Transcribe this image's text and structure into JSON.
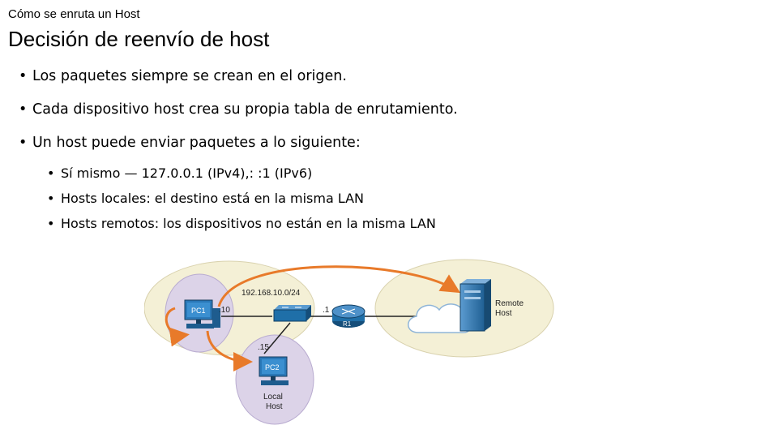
{
  "header": {
    "subtitle": "Cómo se enruta un Host",
    "title": "Decisión de reenvío de host"
  },
  "bullets": [
    "Los paquetes siempre se crean en el origen.",
    "Cada dispositivo host crea su propia tabla de enrutamiento.",
    "Un host puede enviar paquetes a lo siguiente:"
  ],
  "sub_bullets": [
    "Sí mismo — 127.0.0.1 (IPv4),: :1 (IPv6)",
    "Hosts locales: el destino está en la misma LAN",
    "Hosts remotos: los dispositivos no están en la misma LAN"
  ],
  "diagram": {
    "network_label": "192.168.10.0/24",
    "pc1_label": "PC1",
    "pc1_ip": ".10",
    "pc2_label": "PC2",
    "pc2_ip": ".15",
    "router_ip": ".1",
    "router_label": "R1",
    "local_host_label_1": "Local",
    "local_host_label_2": "Host",
    "remote_host_label_1": "Remote",
    "remote_host_label_2": "Host",
    "colors": {
      "lan_fill": "#f4f0d6",
      "host_zone_fill": "#dcd3e8",
      "arrow": "#e87a2a",
      "device_blue": "#1f6fa8"
    }
  }
}
